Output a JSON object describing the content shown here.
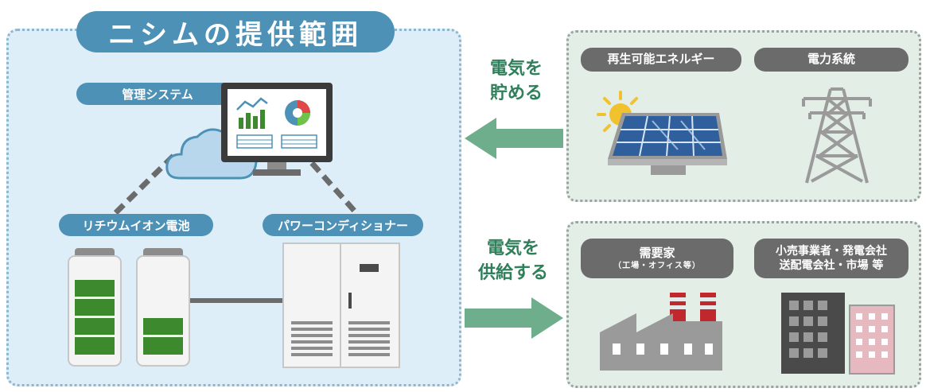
{
  "scope": {
    "title": "ニシムの提供範囲",
    "management_label": "管理システム",
    "battery_label": "リチウムイオン電池",
    "pcs_label": "パワーコンディショナー"
  },
  "arrows": {
    "store_line1": "電気を",
    "store_line2": "貯める",
    "supply_line1": "電気を",
    "supply_line2": "供給する"
  },
  "sources": {
    "renewable_label": "再生可能エネルギー",
    "grid_label": "電力系統"
  },
  "consumers": {
    "demand_label": "需要家",
    "demand_sub": "（工場・オフィス等）",
    "retailer_line1": "小売事業者・発電会社",
    "retailer_line2": "送配電会社・市場 等"
  },
  "colors": {
    "scope_bg": "#ddeef8",
    "scope_accent": "#4e91b6",
    "green_panel_bg": "#e3eee7",
    "arrow_green": "#6fae8c",
    "battery_green": "#3d8a2e",
    "label_gray": "#6b6b6b"
  },
  "icons": [
    "cloud-icon",
    "monitor-icon",
    "battery-icon",
    "power-conditioner-icon",
    "solar-panel-icon",
    "sun-icon",
    "transmission-tower-icon",
    "factory-icon",
    "building-icon"
  ]
}
